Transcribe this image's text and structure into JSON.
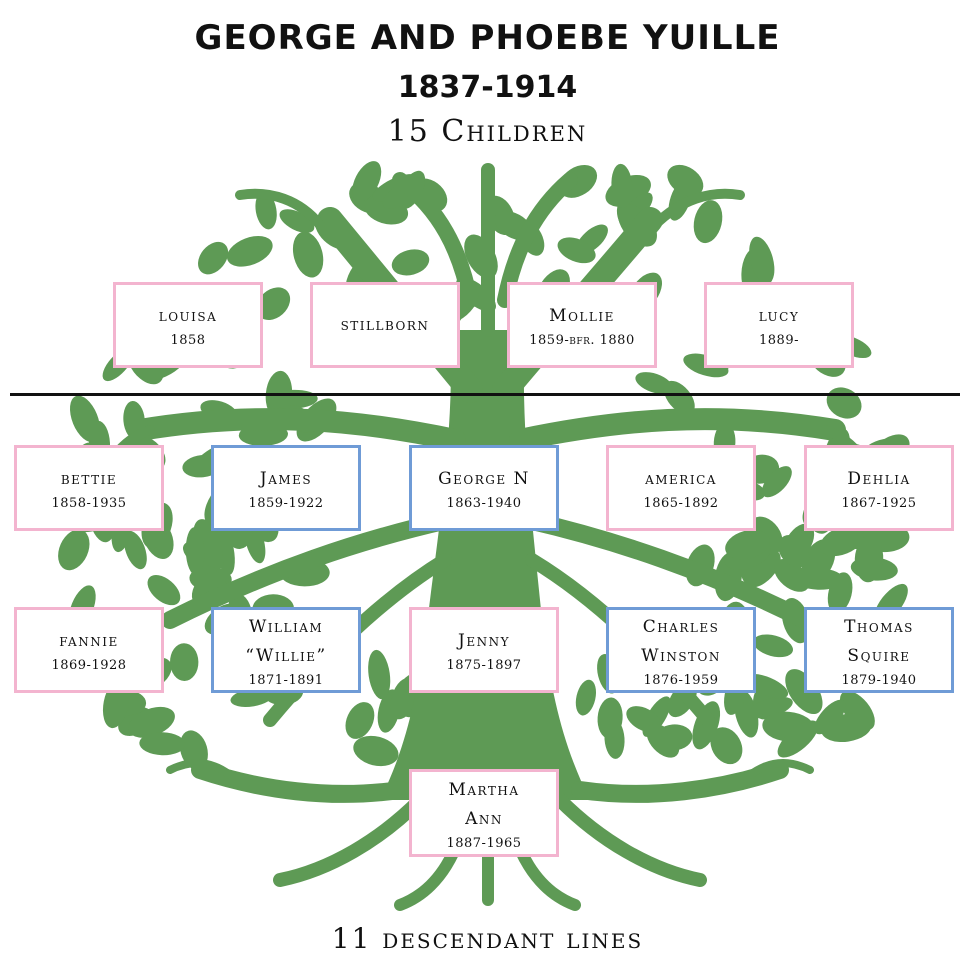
{
  "title": "GEORGE AND PHOEBE YUILLE",
  "years": "1837-1914",
  "children_count": "15 Children",
  "footer": "11 descendant lines",
  "colors": {
    "tree": "#5e9a55",
    "female_border": "#f3b4cf",
    "male_border": "#6f9bd6",
    "divider": "#111111"
  },
  "children": [
    {
      "name": [
        "louisa"
      ],
      "dates": "1858",
      "color": "pink"
    },
    {
      "name": [
        "stillborn"
      ],
      "dates": "",
      "color": "pink"
    },
    {
      "name": [
        "Mollie"
      ],
      "dates": "1859-bfr. 1880",
      "color": "pink"
    },
    {
      "name": [
        "lucy"
      ],
      "dates": "1889-",
      "color": "pink"
    },
    {
      "name": [
        "bettie"
      ],
      "dates": "1858-1935",
      "color": "pink"
    },
    {
      "name": [
        "James"
      ],
      "dates": "1859-1922",
      "color": "blue"
    },
    {
      "name": [
        "George N"
      ],
      "dates": "1863-1940",
      "color": "blue"
    },
    {
      "name": [
        "america"
      ],
      "dates": "1865-1892",
      "color": "pink"
    },
    {
      "name": [
        "Dehlia"
      ],
      "dates": "1867-1925",
      "color": "pink"
    },
    {
      "name": [
        "fannie"
      ],
      "dates": "1869-1928",
      "color": "pink"
    },
    {
      "name": [
        "William",
        "“Willie”"
      ],
      "dates": "1871-1891",
      "color": "blue"
    },
    {
      "name": [
        "Jenny"
      ],
      "dates": "1875-1897",
      "color": "pink"
    },
    {
      "name": [
        "Charles",
        "Winston"
      ],
      "dates": "1876-1959",
      "color": "blue"
    },
    {
      "name": [
        "Thomas",
        "Squire"
      ],
      "dates": "1879-1940",
      "color": "blue"
    },
    {
      "name": [
        "Martha",
        "Ann"
      ],
      "dates": "1887-1965",
      "color": "pink"
    }
  ]
}
